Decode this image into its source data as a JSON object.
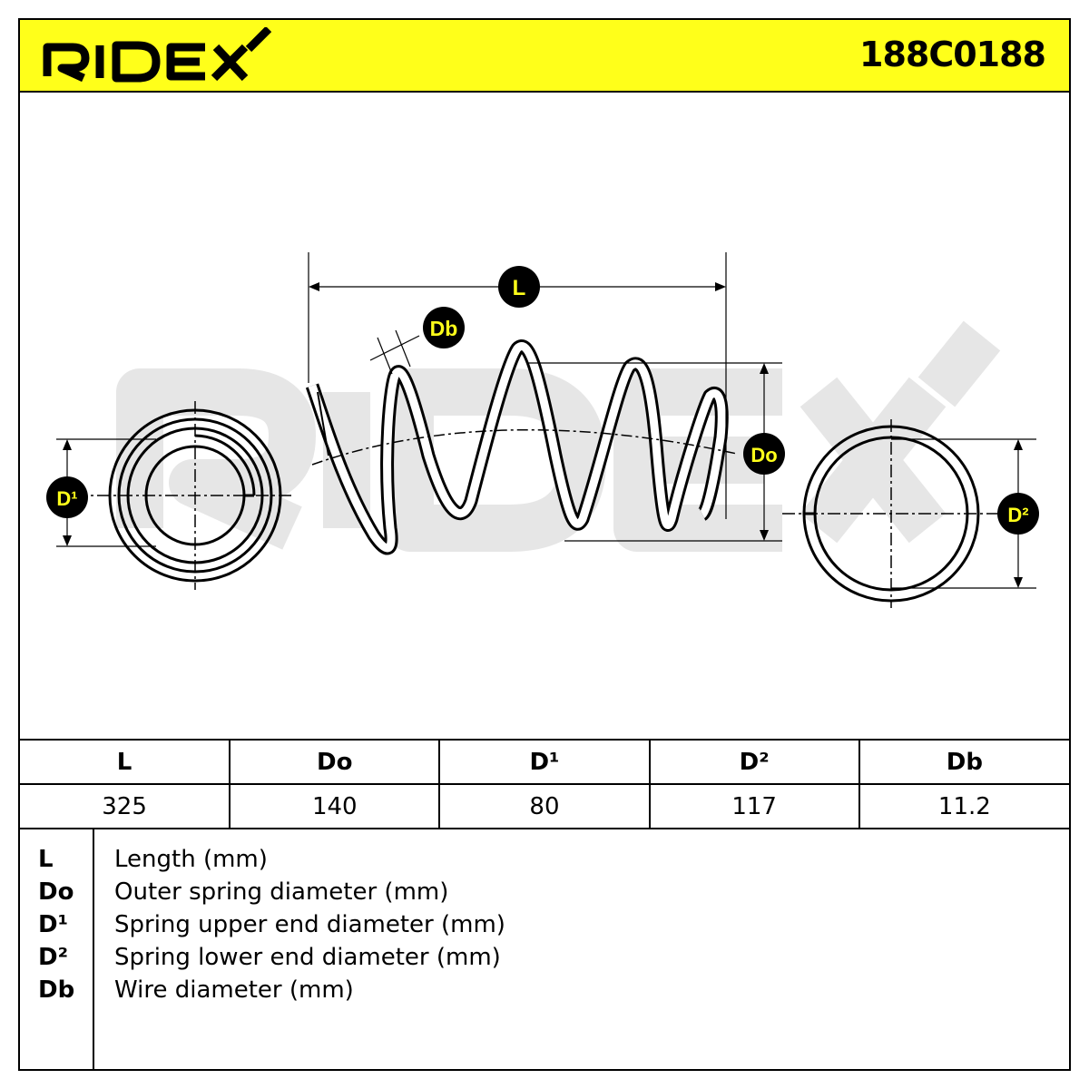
{
  "header": {
    "brand": "RIDEX",
    "part_number": "188C0188",
    "background_color": "#ffff1a"
  },
  "drawing": {
    "watermark": "RIDEX",
    "labels": {
      "L": "L",
      "Db": "Db",
      "Do": "Do",
      "D1": "D¹",
      "D2": "D²"
    },
    "badge_color": "#000000",
    "badge_text_color": "#ffff1a"
  },
  "table": {
    "headers": [
      "L",
      "Do",
      "D¹",
      "D²",
      "Db"
    ],
    "values": [
      "325",
      "140",
      "80",
      "117",
      "11.2"
    ]
  },
  "legend": [
    {
      "key": "L",
      "text": "Length (mm)"
    },
    {
      "key": "Do",
      "text": "Outer spring diameter (mm)"
    },
    {
      "key": "D¹",
      "text": "Spring upper end diameter (mm)"
    },
    {
      "key": "D²",
      "text": "Spring lower end diameter (mm)"
    },
    {
      "key": "Db",
      "text": "Wire diameter (mm)"
    }
  ]
}
